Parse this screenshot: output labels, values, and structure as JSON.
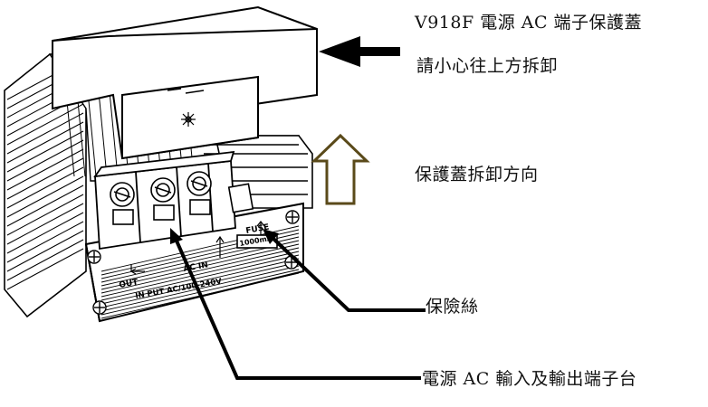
{
  "labels": {
    "cover_title": "V918F 電源 AC 端子保護蓋",
    "cover_note": "請小心往上方拆卸",
    "direction": "保護蓋拆卸方向",
    "fuse": "保險絲",
    "terminal": "電源 AC 輸入及輸出端子台"
  },
  "panel_text": {
    "ac_in": "AC IN",
    "out": "OUT",
    "fuse": "FUSE",
    "fuse_rating": "1000mA",
    "input": "IN PUT AC/100-240V"
  },
  "colors": {
    "outline": "#000000",
    "up_arrow": "#5a4a1a",
    "fill": "#ffffff"
  }
}
